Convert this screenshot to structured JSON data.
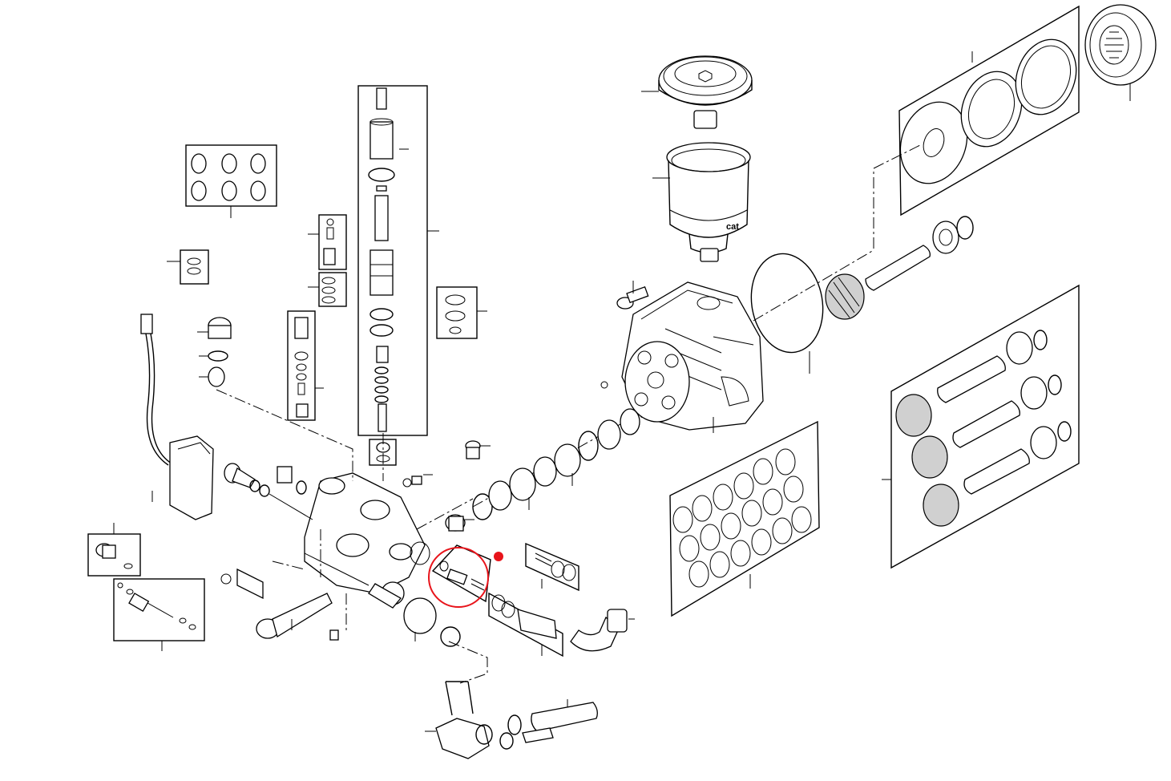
{
  "diagram": {
    "brand_mark": "cat",
    "highlight": {
      "shape": "circle",
      "color": "#e8141b"
    },
    "marker": {
      "shape": "dot",
      "color": "#e8141b"
    },
    "line_color": "#000000",
    "background": "#ffffff"
  }
}
